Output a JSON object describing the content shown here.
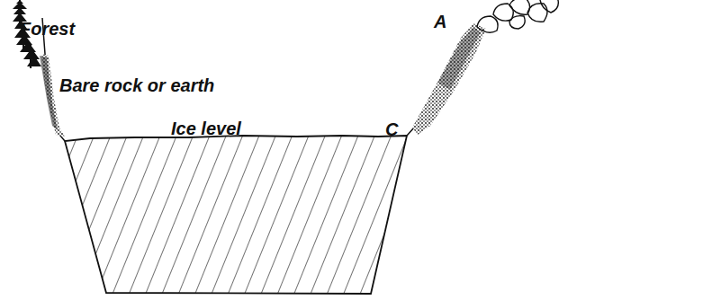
{
  "diagram": {
    "labels": [
      "Forest",
      "Bare rock or earth",
      "Ice level",
      "C",
      "A"
    ]
  }
}
